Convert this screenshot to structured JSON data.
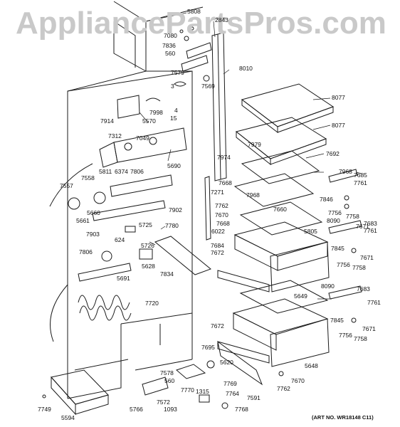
{
  "watermark": "AppliancePartsPros.com",
  "art_number": "(ART NO. WR18148 C11)",
  "parts": {
    "p5808": "5808",
    "p2843": "2843",
    "p7080": "7080",
    "p7836": "7836",
    "p560a": "560",
    "p7579": "7579",
    "p8010": "8010",
    "p3": "3",
    "p7569": "7569",
    "p8077a": "8077",
    "p8077b": "8077",
    "p7914": "7914",
    "p5570": "5570",
    "p7998": "7998",
    "p4": "4",
    "p15": "15",
    "p7312": "7312",
    "p7049": "7049",
    "p7974": "7974",
    "p7979": "7979",
    "p7692": "7692",
    "p5690": "5690",
    "p5811": "5811",
    "p6374": "6374",
    "p7806a": "7806",
    "p7558a": "7558",
    "p7557": "7557",
    "p7668a": "7668",
    "p7968a": "7968",
    "p7685": "7685",
    "p7761a": "7761",
    "p7271": "7271",
    "p7968b": "7968",
    "p7846": "7846",
    "p7762a": "7762",
    "p7660": "7660",
    "p7756a": "7756",
    "p7758a": "7758",
    "p7670a": "7670",
    "p7671a": "7671",
    "p5660": "5660",
    "p5661": "5661",
    "p7902": "7902",
    "p7903": "7903",
    "p5725": "5725",
    "p7780": "7780",
    "p7668b": "7668",
    "p6022": "6022",
    "p5805": "5805",
    "p8090a": "8090",
    "p7683a": "7683",
    "p7761b": "7761",
    "p624": "624",
    "p5726": "5726",
    "p7684": "7684",
    "p7672a": "7672",
    "p7845a": "7845",
    "p7671b": "7671",
    "p7756b": "7756",
    "p7758b": "7758",
    "p7806b": "7806",
    "p5628": "5628",
    "p7834": "7834",
    "p5691": "5691",
    "p5649": "5649",
    "p8090b": "8090",
    "p7683b": "7683",
    "p7761c": "7761",
    "p7720": "7720",
    "p7845b": "7845",
    "p7671c": "7671",
    "p7756c": "7756",
    "p7758c": "7758",
    "p7672b": "7672",
    "p7695": "7695",
    "p5620": "5620",
    "p5648": "5648",
    "p7578": "7578",
    "p560b": "560",
    "p7770": "7770",
    "p7769": "7769",
    "p7670b": "7670",
    "p7762b": "7762",
    "p1315": "1315",
    "p7764": "7764",
    "p7591": "7591",
    "p7572": "7572",
    "p5766": "5766",
    "p1093": "1093",
    "p7768": "7768",
    "p7749": "7749",
    "p5594": "5594"
  }
}
